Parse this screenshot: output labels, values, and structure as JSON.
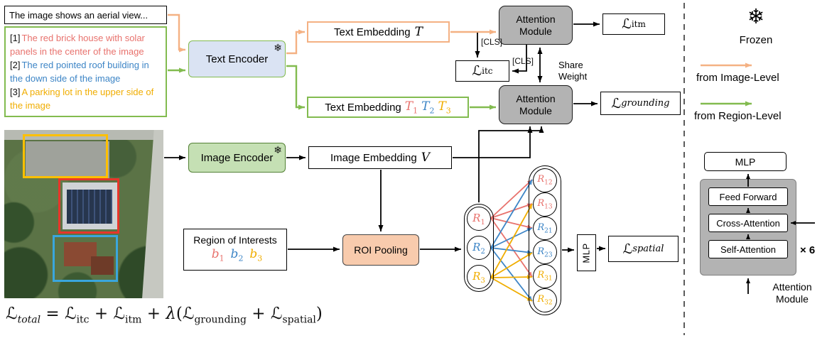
{
  "palette": {
    "region1_red": "#e8726d",
    "region2_blue": "#3d85c6",
    "region3_yellow": "#f0ad00",
    "image_level_arrow_orange": "#f4b183",
    "region_level_arrow_green": "#82bb4f",
    "module_gray": "#b3b3b3",
    "text_encoder_fill": "#dae3f3",
    "image_encoder_fill": "#c5e0b4",
    "roi_pooling_fill": "#f8cbad",
    "bbox_yellow": "#ffc000",
    "bbox_red": "#e8352a",
    "bbox_blue": "#3aa6dd"
  },
  "icons": {
    "snowflake": "❄"
  },
  "inputs": {
    "image_caption": "The image shows an aerial view...",
    "region_captions": [
      {
        "tag": "[1]",
        "text": "The red brick house with solar panels in the center of the image"
      },
      {
        "tag": "[2]",
        "text": "The red pointed roof building in the down side of the image"
      },
      {
        "tag": "[3]",
        "text": "A parking lot in the upper side of the image"
      }
    ]
  },
  "modules": {
    "text_encoder": "Text Encoder",
    "image_encoder": "Image Encoder",
    "attention_line1": "Attention",
    "attention_line2": "Module",
    "roi_pooling": "ROI Pooling",
    "mlp": "MLP"
  },
  "embeddings": {
    "text_label": "Text Embedding",
    "text_symbol": "T",
    "region_label": "Text Embedding",
    "region_tokens": [
      {
        "sym": "T",
        "sub": "1"
      },
      {
        "sym": "T",
        "sub": "2"
      },
      {
        "sym": "T",
        "sub": "3"
      }
    ],
    "image_label": "Image Embedding",
    "image_symbol": "V"
  },
  "regions": {
    "title": "Region of Interests",
    "boxes": [
      {
        "sym": "b",
        "sub": "1"
      },
      {
        "sym": "b",
        "sub": "2"
      },
      {
        "sym": "b",
        "sub": "3"
      }
    ],
    "features": [
      {
        "sym": "R",
        "sub": "1"
      },
      {
        "sym": "R",
        "sub": "2"
      },
      {
        "sym": "R",
        "sub": "3"
      }
    ],
    "pairs": [
      {
        "sym": "R",
        "sub": "12"
      },
      {
        "sym": "R",
        "sub": "13"
      },
      {
        "sym": "R",
        "sub": "21"
      },
      {
        "sym": "R",
        "sub": "23"
      },
      {
        "sym": "R",
        "sub": "31"
      },
      {
        "sym": "R",
        "sub": "32"
      }
    ]
  },
  "losses": {
    "itc": {
      "sym": "ℒ",
      "sub": "itc"
    },
    "itm": {
      "sym": "ℒ",
      "sub": "itm"
    },
    "grounding": {
      "sym": "ℒ",
      "sub": "grounding"
    },
    "spatial": {
      "sym": "ℒ",
      "sub": "spatial"
    }
  },
  "labels": {
    "cls": "[CLS]",
    "share_weight_line1": "Share",
    "share_weight_line2": "Weight"
  },
  "formula": {
    "p0": "ℒ",
    "p1": "total",
    "p2": " = ",
    "p3": "ℒ",
    "p4": "itc",
    "p5": " + ",
    "p6": "ℒ",
    "p7": "itm",
    "p8": " + ",
    "p9": "λ",
    "p10": "(",
    "p11": "ℒ",
    "p12": "grounding",
    "p13": " + ",
    "p14": "ℒ",
    "p15": "spatial",
    "p16": ")"
  },
  "legend": {
    "frozen": "Frozen",
    "image_level": "from Image-Level",
    "region_level": "from Region-Level",
    "mlp": "MLP",
    "feed_forward": "Feed Forward",
    "cross_attention": "Cross-Attention",
    "self_attention": "Self-Attention",
    "repeat": "× 6",
    "attention_line1": "Attention",
    "attention_line2": "Module"
  }
}
